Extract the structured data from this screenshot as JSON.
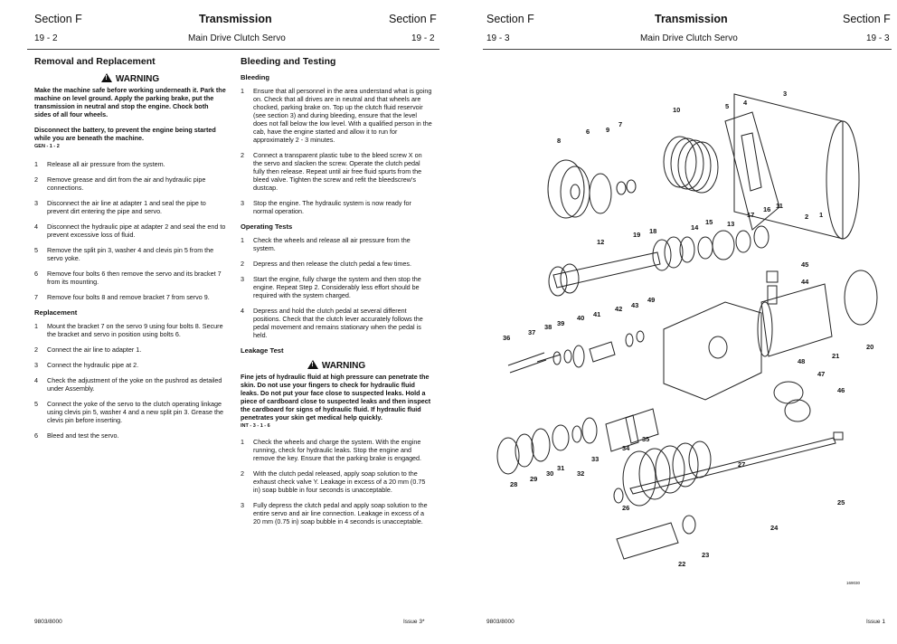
{
  "left_page": {
    "header": {
      "section_left": "Section F",
      "title": "Transmission",
      "section_right": "Section F"
    },
    "subheader": {
      "page_left": "19 - 2",
      "title": "Main Drive Clutch Servo",
      "page_right": "19 - 2"
    },
    "removal": {
      "heading": "Removal and Replacement",
      "warning_label": "WARNING",
      "warning_text": "Make the machine safe before working underneath it. Park the machine on level ground. Apply the parking brake, put the transmission in neutral and stop the engine. Chock both sides of all four wheels.",
      "disconnect_text": "Disconnect the battery, to prevent the engine being started while you are beneath the machine.",
      "code": "GEN - 1 - 2",
      "steps": [
        {
          "n": "1",
          "text": "Release all air pressure from the system."
        },
        {
          "n": "2",
          "text": "Remove grease and dirt from the air and hydraulic pipe connections."
        },
        {
          "n": "3",
          "text": "Disconnect the air line at adapter 1 and seal the pipe to prevent dirt entering the pipe and servo."
        },
        {
          "n": "4",
          "text": "Disconnect the hydraulic pipe at adapter 2 and seal the end to prevent excessive loss of fluid."
        },
        {
          "n": "5",
          "text": "Remove the split pin 3, washer 4 and clevis pin 5 from the servo yoke."
        },
        {
          "n": "6",
          "text": "Remove four bolts 6 then remove the servo and its bracket 7 from its mounting."
        },
        {
          "n": "7",
          "text": "Remove four bolts 8 and remove bracket 7 from servo 9."
        }
      ],
      "replacement_heading": "Replacement",
      "replacement_steps": [
        {
          "n": "1",
          "text": "Mount the bracket 7 on the servo 9 using four bolts 8. Secure the bracket and servo in position using bolts 6."
        },
        {
          "n": "2",
          "text": "Connect the air line to adapter 1."
        },
        {
          "n": "3",
          "text": "Connect the hydraulic pipe at 2."
        },
        {
          "n": "4",
          "text": "Check the adjustment of the yoke on the pushrod as detailed under Assembly."
        },
        {
          "n": "5",
          "text": "Connect the yoke of the servo to the clutch operating linkage using clevis pin 5, washer 4 and a new split pin 3. Grease the clevis pin before inserting."
        },
        {
          "n": "6",
          "text": "Bleed and test the servo."
        }
      ]
    },
    "bleeding": {
      "heading": "Bleeding and Testing",
      "bleeding_sub": "Bleeding",
      "bleeding_steps": [
        {
          "n": "1",
          "text": "Ensure that all personnel in the area understand what is going on. Check that all drives are in neutral and that wheels are chocked, parking brake on. Top up the clutch fluid reservoir (see section 3) and during bleeding, ensure that the level does not fall below the low level. With a qualified person in the cab, have the engine started and allow it to run for approximately 2 - 3 minutes."
        },
        {
          "n": "2",
          "text": "Connect a transparent plastic tube to the bleed screw X on the servo and slacken the screw. Operate the clutch pedal fully then release. Repeat until air free fluid spurts from the bleed valve. Tighten the screw and refit the bleedscrew's dustcap."
        },
        {
          "n": "3",
          "text": "Stop the engine. The hydraulic system is now ready for normal operation."
        }
      ],
      "operating_sub": "Operating Tests",
      "operating_steps": [
        {
          "n": "1",
          "text": "Check the wheels and release all air pressure from the system."
        },
        {
          "n": "2",
          "text": "Depress and then release the clutch pedal a few times."
        },
        {
          "n": "3",
          "text": "Start the engine, fully charge the system and then stop the engine. Repeat Step 2. Considerably less effort should be required with the system charged."
        },
        {
          "n": "4",
          "text": "Depress and hold the clutch pedal at several different positions. Check that the clutch lever accurately follows the pedal movement and remains stationary when the pedal is held."
        }
      ],
      "leakage_sub": "Leakage Test",
      "warning_label": "WARNING",
      "warning_text": "Fine jets of hydraulic fluid at high pressure can penetrate the skin. Do not use your fingers to check for hydraulic fluid leaks. Do not put your face close to suspected leaks. Hold a piece of cardboard close to suspected leaks and then inspect the cardboard for signs of hydraulic fluid. If hydraulic fluid penetrates your skin get medical help quickly.",
      "code": "INT - 3 - 1 - 6",
      "leakage_steps": [
        {
          "n": "1",
          "text": "Check the wheels and charge the system. With the engine running, check for hydraulic leaks. Stop the engine and remove the key. Ensure that the parking brake is engaged."
        },
        {
          "n": "2",
          "text": "With the clutch pedal released, apply soap solution to the exhaust check valve Y. Leakage in excess of a 20 mm (0.75 in) soap bubble in four seconds is unacceptable."
        },
        {
          "n": "3",
          "text": "Fully depress the clutch pedal and apply soap solution to the entire servo and air line connection. Leakage in excess of a 20 mm (0.75 in) soap bubble in 4 seconds is unacceptable."
        }
      ]
    },
    "footer": {
      "left": "9803/8000",
      "right": "Issue 3*"
    }
  },
  "right_page": {
    "header": {
      "section_left": "Section F",
      "title": "Transmission",
      "section_right": "Section F"
    },
    "subheader": {
      "page_left": "19 - 3",
      "title": "Main Drive Clutch Servo",
      "page_right": "19 - 3"
    },
    "diagram": {
      "callouts": [
        "1",
        "2",
        "3",
        "4",
        "5",
        "6",
        "7",
        "8",
        "9",
        "10",
        "11",
        "12",
        "13",
        "14",
        "15",
        "16",
        "17",
        "18",
        "19",
        "20",
        "21",
        "22",
        "23",
        "24",
        "25",
        "26",
        "27",
        "28",
        "29",
        "30",
        "31",
        "32",
        "33",
        "34",
        "35",
        "36",
        "37",
        "38",
        "39",
        "40",
        "41",
        "42",
        "43",
        "44",
        "45",
        "46",
        "47",
        "48",
        "49"
      ],
      "code": "169030"
    },
    "footer": {
      "left": "9803/8000",
      "right": "Issue 1"
    }
  }
}
